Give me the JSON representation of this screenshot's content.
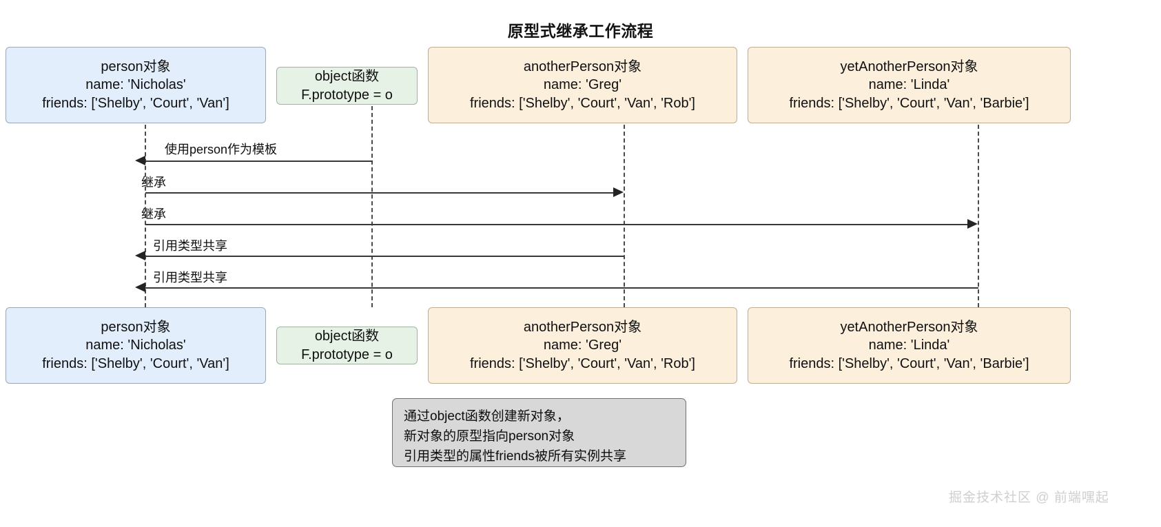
{
  "diagram": {
    "title": "原型式继承工作流程",
    "type": "sequence-diagram",
    "participants": [
      {
        "id": "person",
        "color": "#e2eefb",
        "lines": [
          "person对象",
          "name: 'Nicholas'",
          "friends: ['Shelby', 'Court', 'Van']"
        ]
      },
      {
        "id": "object",
        "color": "#e6f2e6",
        "lines": [
          "object函数",
          "F.prototype = o"
        ]
      },
      {
        "id": "anotherPerson",
        "color": "#fcefdc",
        "lines": [
          "anotherPerson对象",
          "name: 'Greg'",
          "friends: ['Shelby', 'Court', 'Van', 'Rob']"
        ]
      },
      {
        "id": "yetAnotherPerson",
        "color": "#fcefdc",
        "lines": [
          "yetAnotherPerson对象",
          "name: 'Linda'",
          "friends: ['Shelby', 'Court', 'Van', 'Barbie']"
        ]
      }
    ],
    "messages": [
      {
        "label": "使用person作为模板",
        "from": "object",
        "to": "person",
        "direction": "left"
      },
      {
        "label": "继承",
        "from": "person",
        "to": "anotherPerson",
        "direction": "right"
      },
      {
        "label": "继承",
        "from": "person",
        "to": "yetAnotherPerson",
        "direction": "right"
      },
      {
        "label": "引用类型共享",
        "from": "anotherPerson",
        "to": "person",
        "direction": "left"
      },
      {
        "label": "引用类型共享",
        "from": "yetAnotherPerson",
        "to": "person",
        "direction": "left"
      }
    ],
    "note": {
      "lines": [
        "通过object函数创建新对象，",
        "新对象的原型指向person对象",
        "引用类型的属性friends被所有实例共享"
      ]
    },
    "watermark": "掘金技术社区 @ 前端嘿起"
  }
}
